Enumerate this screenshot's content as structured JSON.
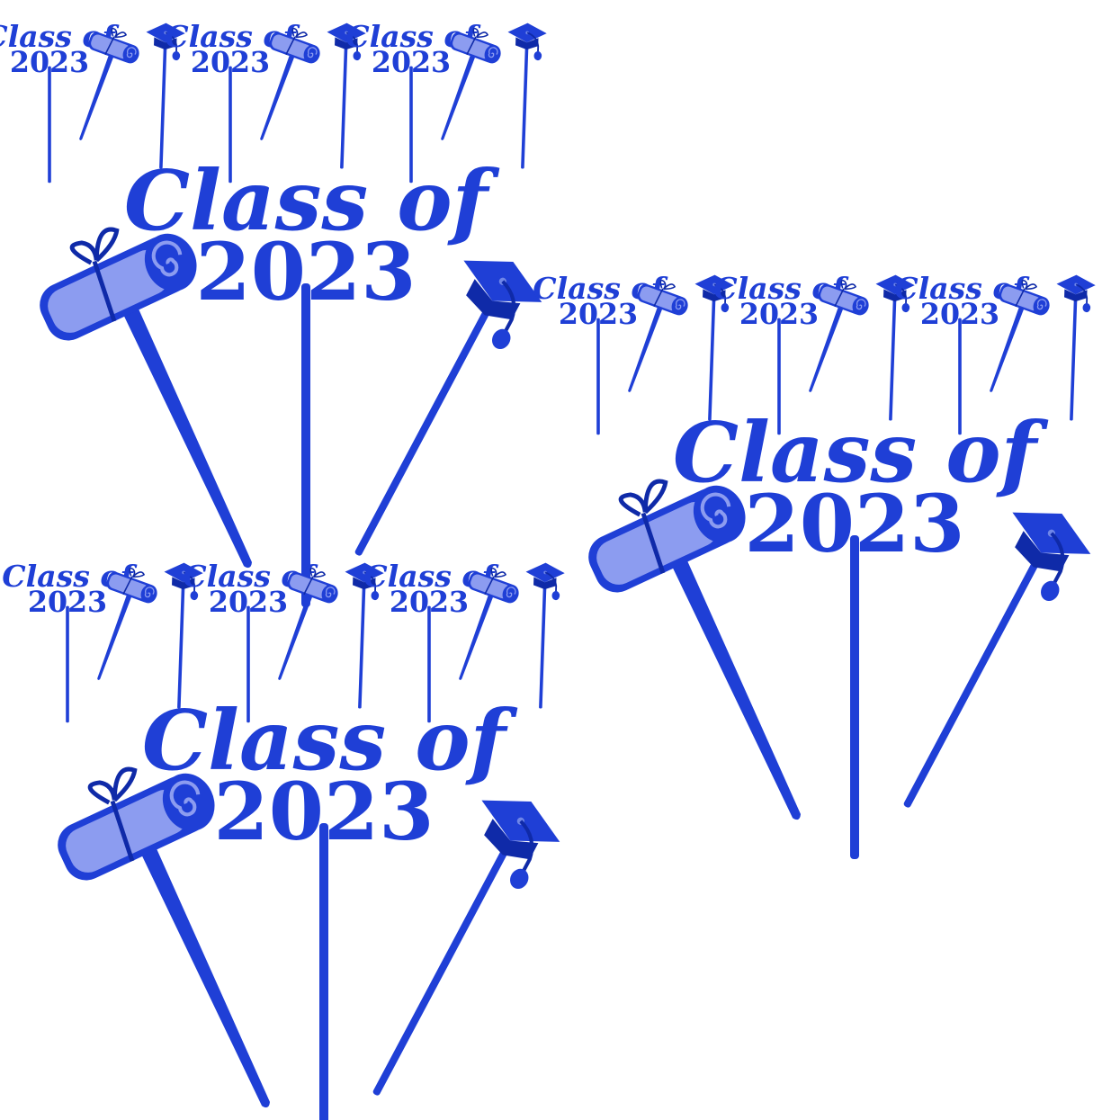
{
  "colors": {
    "background": "#ffffff",
    "pick": "#1f3fd6",
    "pick_dark": "#0f2aa8",
    "pick_light": "#6f86e8",
    "scroll_face": "#8c9cf0"
  },
  "topper_text": {
    "line1": "Class of",
    "line2": "2023"
  },
  "groups": [
    {
      "name": "group-top-left"
    },
    {
      "name": "group-middle-right"
    },
    {
      "name": "group-bottom-left"
    }
  ],
  "small_row_pattern": [
    "text-pick",
    "scroll-pick",
    "cap-pick"
  ],
  "large_set_pattern": [
    "scroll-pick",
    "text-pick",
    "cap-pick"
  ],
  "icons": {
    "scroll": "diploma-scroll-icon",
    "cap": "graduation-cap-icon"
  }
}
